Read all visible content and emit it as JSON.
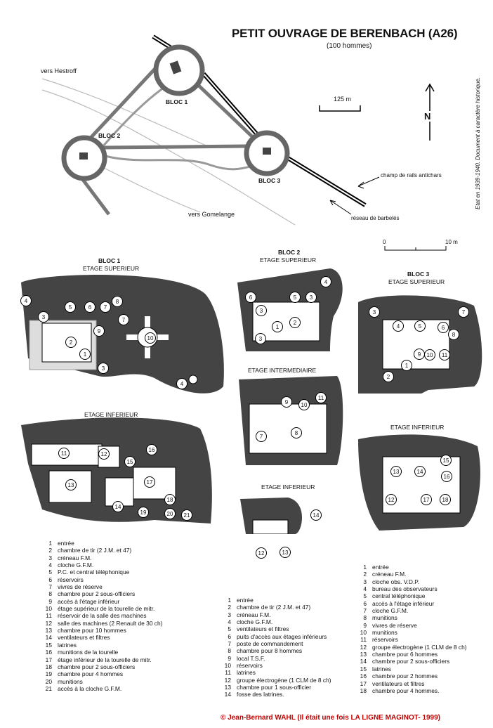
{
  "title": "PETIT OUVRAGE DE BERENBACH (A26)",
  "subtitle": "(100 hommes)",
  "side_note": "Etat en 1939-1940. Document à caractère historique.",
  "site_map": {
    "scale_label": "125 m",
    "north_label": "N",
    "labels": {
      "hestroff": "vers Hestroff",
      "gomelange": "vers Gomelange",
      "rails": "champ de rails antichars",
      "barbeles": "réseau de barbelés",
      "bloc1": "BLOC 1",
      "bloc2": "BLOC 2",
      "bloc3": "BLOC 3"
    }
  },
  "plan_scale": {
    "start": "0",
    "end": "10 m"
  },
  "plans": {
    "bloc1": {
      "name": "BLOC 1",
      "upper": "ETAGE SUPERIEUR",
      "lower": "ETAGE INFERIEUR"
    },
    "bloc2": {
      "name": "BLOC 2",
      "upper": "ETAGE SUPERIEUR",
      "middle": "ETAGE INTERMEDIAIRE",
      "lower": "ETAGE INFERIEUR"
    },
    "bloc3": {
      "name": "BLOC 3",
      "upper": "ETAGE SUPERIEUR",
      "lower": "ETAGE INFERIEUR"
    }
  },
  "legend_bloc1": [
    {
      "n": "1",
      "t": "entrée"
    },
    {
      "n": "2",
      "t": "chambre de tir (2 J.M. et 47)"
    },
    {
      "n": "3",
      "t": "créneau F.M."
    },
    {
      "n": "4",
      "t": "cloche G.F.M."
    },
    {
      "n": "5",
      "t": "P.C. et central téléphonique"
    },
    {
      "n": "6",
      "t": "réservoirs"
    },
    {
      "n": "7",
      "t": "vivres de réserve"
    },
    {
      "n": "8",
      "t": "chambre pour 2 sous-officiers"
    },
    {
      "n": "9",
      "t": "accès à l'étage inférieur"
    },
    {
      "n": "10",
      "t": "étage supérieur de la tourelle de mitr."
    },
    {
      "n": "11",
      "t": "réservoir de la salle des machines"
    },
    {
      "n": "12",
      "t": "salle des machines (2 Renault de 30 ch)"
    },
    {
      "n": "13",
      "t": "chambre pour 10 hommes"
    },
    {
      "n": "14",
      "t": "ventilateurs et filtres"
    },
    {
      "n": "15",
      "t": "latrines"
    },
    {
      "n": "16",
      "t": "munitions de la tourelle"
    },
    {
      "n": "17",
      "t": "étage inférieur de la tourelle de mitr."
    },
    {
      "n": "18",
      "t": "chambre pour 2 sous-officiers"
    },
    {
      "n": "19",
      "t": "chambre pour 4 hommes"
    },
    {
      "n": "20",
      "t": "munitions"
    },
    {
      "n": "21",
      "t": "accès à la cloche G.F.M."
    }
  ],
  "legend_bloc2": [
    {
      "n": "1",
      "t": "entrée"
    },
    {
      "n": "2",
      "t": "chambre de tir (2 J.M. et 47)"
    },
    {
      "n": "3",
      "t": "créneau F.M."
    },
    {
      "n": "4",
      "t": "cloche G.F.M."
    },
    {
      "n": "5",
      "t": "ventilateurs et filtres"
    },
    {
      "n": "6",
      "t": "puits d'accès aux étages inférieurs"
    },
    {
      "n": "7",
      "t": "poste de commandement"
    },
    {
      "n": "8",
      "t": "chambre pour 8 hommes"
    },
    {
      "n": "9",
      "t": "local T.S.F."
    },
    {
      "n": "10",
      "t": "réservoirs"
    },
    {
      "n": "11",
      "t": "latrines"
    },
    {
      "n": "12",
      "t": "groupe électrogène (1 CLM de 8 ch)"
    },
    {
      "n": "13",
      "t": "chambre pour 1 sous-officier"
    },
    {
      "n": "14",
      "t": "fosse des latrines."
    }
  ],
  "legend_bloc3": [
    {
      "n": "1",
      "t": "entrée"
    },
    {
      "n": "2",
      "t": "créneau F.M."
    },
    {
      "n": "3",
      "t": "cloche obs. V.D.P."
    },
    {
      "n": "4",
      "t": "bureau des observateurs"
    },
    {
      "n": "5",
      "t": "central téléphonique"
    },
    {
      "n": "6",
      "t": "accès à l'étage inférieur"
    },
    {
      "n": "7",
      "t": "cloche G.F.M."
    },
    {
      "n": "8",
      "t": "munitions"
    },
    {
      "n": "9",
      "t": "vivres de réserve"
    },
    {
      "n": "10",
      "t": "munitions"
    },
    {
      "n": "11",
      "t": "réservoirs"
    },
    {
      "n": "12",
      "t": "groupe électrogène (1 CLM de 8 ch)"
    },
    {
      "n": "13",
      "t": "chambre pour 6 hommes"
    },
    {
      "n": "14",
      "t": "chambre pour 2 sous-officiers"
    },
    {
      "n": "15",
      "t": "latrines"
    },
    {
      "n": "16",
      "t": "chambre pour 2 hommes"
    },
    {
      "n": "17",
      "t": "ventilateurs et filtres"
    },
    {
      "n": "18",
      "t": "chambre pour 4 hommes."
    }
  ],
  "room_numbers": {
    "b1_upper": [
      "5",
      "6",
      "7",
      "8",
      "7",
      "4",
      "3",
      "9",
      "2",
      "10",
      "1",
      "3",
      "4"
    ],
    "b1_lower": [
      "11",
      "12",
      "16",
      "15",
      "13",
      "17",
      "14",
      "18",
      "19",
      "20",
      "21"
    ],
    "b2_upper": [
      "4",
      "6",
      "3",
      "5",
      "3",
      "2",
      "1",
      "3"
    ],
    "b2_middle": [
      "9",
      "10",
      "11",
      "7",
      "8"
    ],
    "b2_lower": [
      "14",
      "12",
      "13"
    ],
    "b3_upper": [
      "3",
      "7",
      "4",
      "5",
      "6",
      "8",
      "9",
      "10",
      "11",
      "1",
      "2"
    ],
    "b3_lower": [
      "15",
      "13",
      "14",
      "16",
      "12",
      "17",
      "18"
    ]
  },
  "copyright": "© Jean-Bernard WAHL (Il était une fois LA LIGNE MAGINOT- 1999)"
}
